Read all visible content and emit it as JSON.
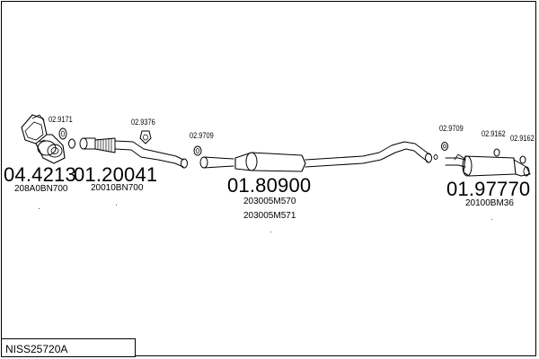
{
  "title": "NISS25720A",
  "parts": [
    {
      "number": "04.4213",
      "codes": [
        "208A0BN700"
      ]
    },
    {
      "number": "01.20041",
      "codes": [
        "20010BN700"
      ]
    },
    {
      "number": "01.80900",
      "codes": [
        "203005M570",
        "203005M571"
      ]
    },
    {
      "number": "01.97770",
      "codes": [
        "20100BM36"
      ]
    }
  ],
  "accessories": [
    "02.9171",
    "02.9376",
    "02.9709",
    "02.9709",
    "02.9162",
    "02.9162"
  ]
}
